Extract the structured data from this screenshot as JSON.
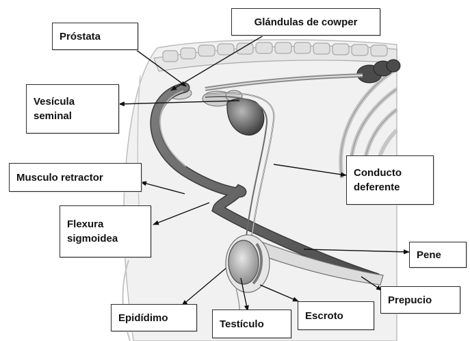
{
  "labels": {
    "glandulas_cowper": "Glándulas de cowper",
    "prostata": "Próstata",
    "vesicula_seminal": "Vesícula\nseminal",
    "musculo_retractor": "Musculo retractor",
    "flexura_sigmoidea": "Flexura\nsigmoidea",
    "conducto_deferente": "Conducto\ndeferente",
    "pene": "Pene",
    "prepucio": "Prepucio",
    "epididimo": "Epidídimo",
    "testiculo": "Testículo",
    "escroto": "Escroto"
  },
  "colors": {
    "background": "#ffffff",
    "organ_dark": "#5a5a5a",
    "organ_mid": "#9a9a9a",
    "organ_light": "#d2d2d2",
    "outline": "#3a3a3a",
    "label_border": "#2b2b2b"
  }
}
